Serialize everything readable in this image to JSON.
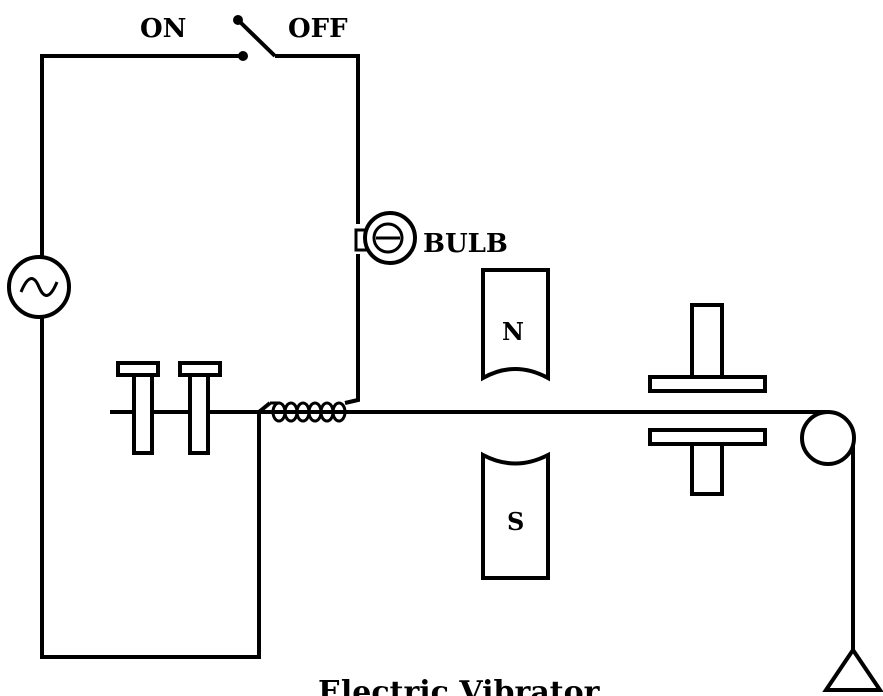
{
  "labels": {
    "on": "ON",
    "off": "OFF",
    "bulb": "BULB",
    "north_pole": "N",
    "south_pole": "S",
    "caption": "Electric Vibrator"
  },
  "colors": {
    "line": "#000000",
    "background": "#ffffff"
  }
}
